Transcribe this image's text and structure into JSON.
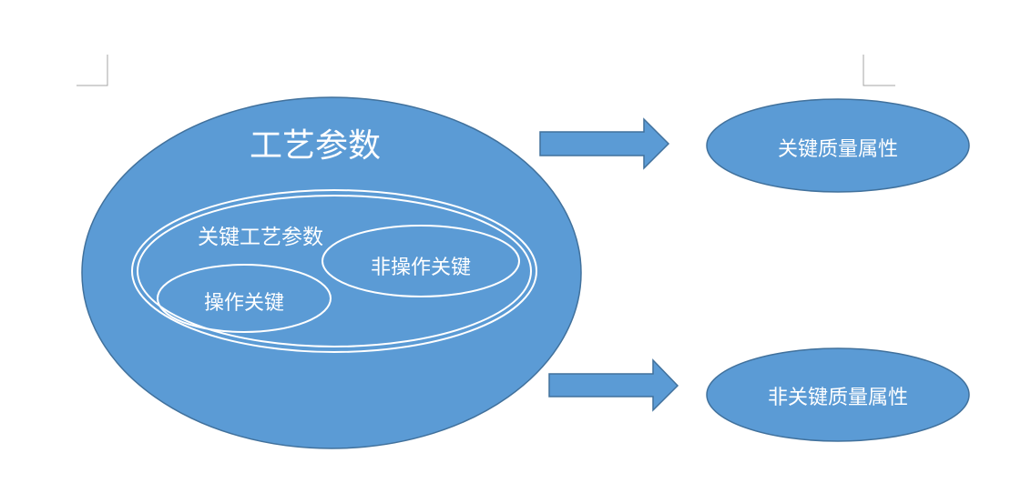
{
  "diagram": {
    "main_ellipse": {
      "label": "工艺参数"
    },
    "key_param_ellipse": {
      "label": "关键工艺参数"
    },
    "non_operational_key": {
      "label": "非操作关键"
    },
    "operational_key": {
      "label": "操作关键"
    },
    "key_quality": {
      "label": "关键质量属性"
    },
    "non_key_quality": {
      "label": "非关键质量属性"
    }
  },
  "colors": {
    "fill": "#5b9bd5",
    "stroke": "#41719c",
    "text": "#ffffff",
    "page_mark": "#a6a6a6"
  }
}
